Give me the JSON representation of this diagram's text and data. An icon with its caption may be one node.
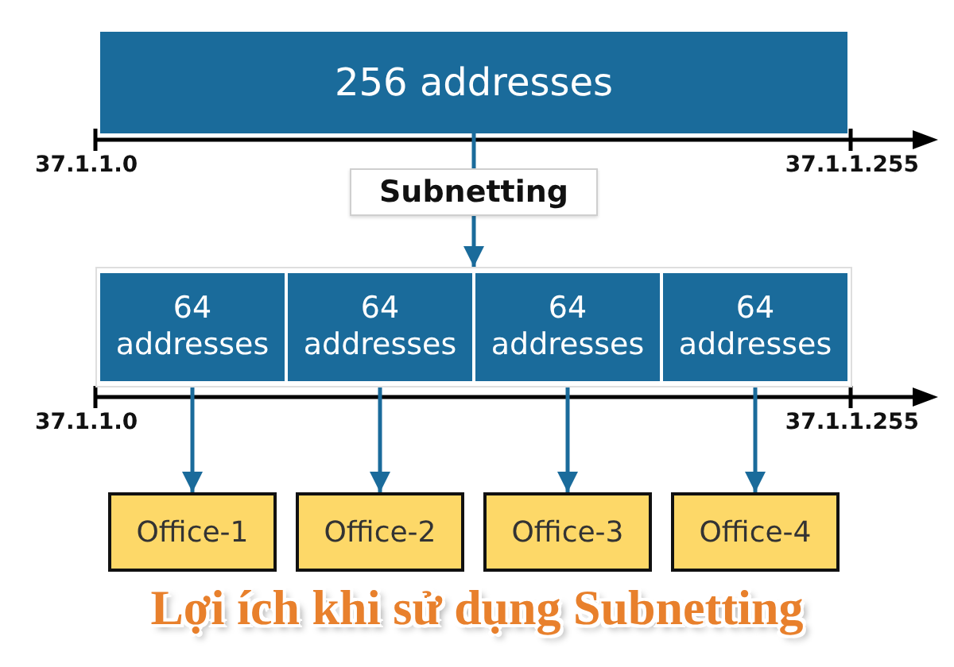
{
  "diagram": {
    "caption": "Lợi ích khi sử dụng Subnetting",
    "nodes": [
      {
        "text": [
          "256 addresses"
        ]
      },
      {
        "text": [
          "Subnetting"
        ]
      },
      {
        "text": [],
        "shape": "box"
      },
      {
        "text": [
          "64 addresses"
        ],
        "in": 2
      },
      {
        "text": [
          "64 addresses"
        ],
        "in": 2
      },
      {
        "text": [
          "64 addresses"
        ],
        "in": 2
      },
      {
        "text": [
          "64 addresses"
        ],
        "in": 2
      },
      {
        "text": [
          "Office-1"
        ]
      },
      {
        "text": [
          "Office-2"
        ]
      },
      {
        "text": [
          "Office-3"
        ]
      },
      {
        "text": [
          "Office-4"
        ]
      }
    ],
    "edges": [
      {
        "from": 0,
        "to": 1,
        "arrow": "none"
      },
      {
        "from": 1,
        "to": 2,
        "arrow": "to"
      },
      {
        "from": 3,
        "to": 7,
        "arrow": "to"
      },
      {
        "from": 4,
        "to": 8,
        "arrow": "to"
      },
      {
        "from": 5,
        "to": 9,
        "arrow": "to"
      },
      {
        "from": 6,
        "to": 10,
        "arrow": "to"
      }
    ],
    "labels": [
      "37.1.1.0",
      "37.1.1.255",
      "37.1.1.0",
      "37.1.1.255"
    ]
  }
}
